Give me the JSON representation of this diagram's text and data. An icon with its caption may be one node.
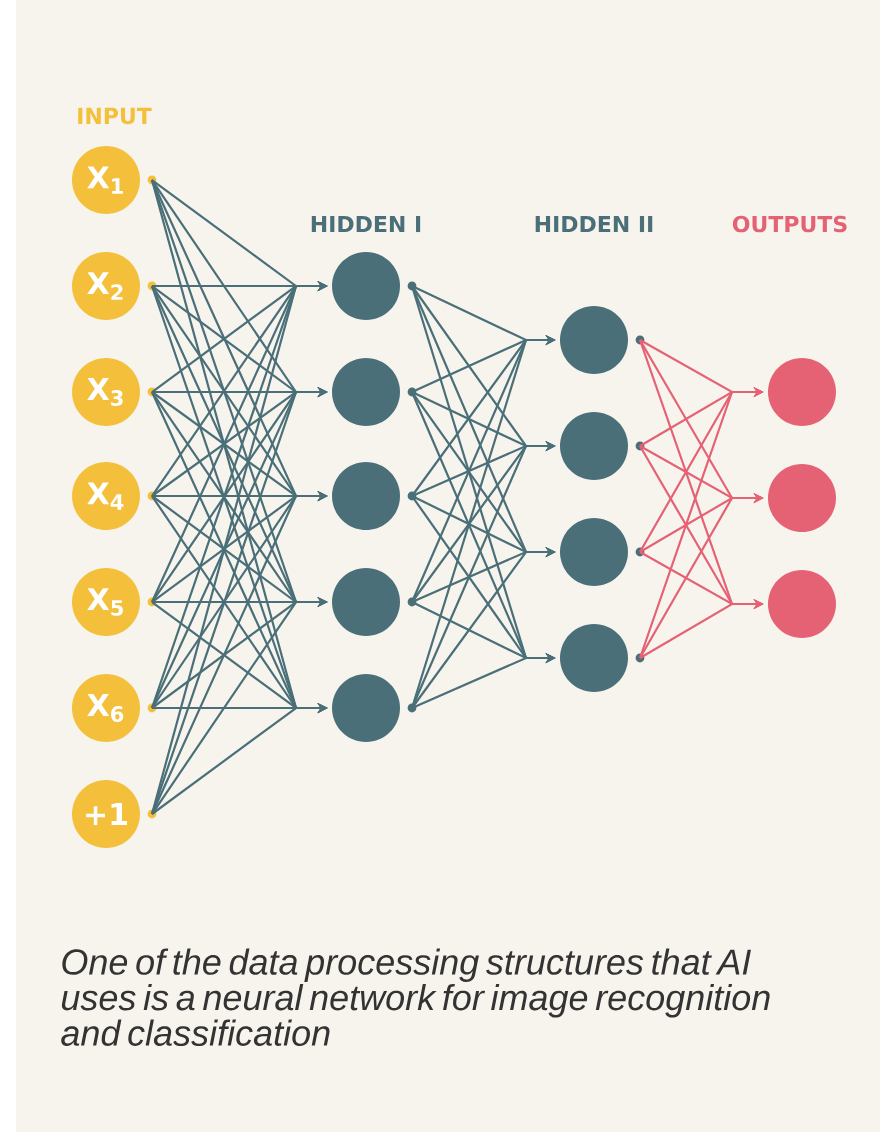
{
  "diagram": {
    "caption": "One of the data processing structures that AI uses is a neural network for image recognition and classification",
    "nodes": [
      {
        "text": [
          "X$_{1}$"
        ]
      },
      {
        "text": [
          "X$_{2}$"
        ]
      },
      {
        "text": [
          "X$_{3}$"
        ]
      },
      {
        "text": [
          "X$_{4}$"
        ]
      },
      {
        "text": [
          "X$_{5}$"
        ]
      },
      {
        "text": [
          "X$_{6}$"
        ]
      },
      {
        "text": [
          "+1"
        ]
      },
      {
        "text": [],
        "shape": "circle"
      },
      {
        "text": [],
        "shape": "circle"
      },
      {
        "text": [],
        "shape": "circle"
      },
      {
        "text": [],
        "shape": "circle"
      },
      {
        "text": [],
        "shape": "circle"
      },
      {
        "text": [],
        "shape": "circle"
      },
      {
        "text": [],
        "shape": "circle"
      },
      {
        "text": [],
        "shape": "circle"
      },
      {
        "text": [],
        "shape": "circle"
      },
      {
        "text": [],
        "shape": "circle"
      },
      {
        "text": [],
        "shape": "circle"
      },
      {
        "text": [],
        "shape": "circle"
      }
    ],
    "edges": [
      {
        "from": 0,
        "to": 7,
        "arrow": "to"
      },
      {
        "from": 0,
        "to": 8,
        "arrow": "to"
      },
      {
        "from": 0,
        "to": 9,
        "arrow": "to"
      },
      {
        "from": 0,
        "to": 10,
        "arrow": "to"
      },
      {
        "from": 0,
        "to": 11,
        "arrow": "to"
      },
      {
        "from": 1,
        "to": 7,
        "arrow": "to"
      },
      {
        "from": 1,
        "to": 8,
        "arrow": "to"
      },
      {
        "from": 1,
        "to": 9,
        "arrow": "to"
      },
      {
        "from": 1,
        "to": 10,
        "arrow": "to"
      },
      {
        "from": 1,
        "to": 11,
        "arrow": "to"
      },
      {
        "from": 2,
        "to": 7,
        "arrow": "to"
      },
      {
        "from": 2,
        "to": 8,
        "arrow": "to"
      },
      {
        "from": 2,
        "to": 9,
        "arrow": "to"
      },
      {
        "from": 2,
        "to": 10,
        "arrow": "to"
      },
      {
        "from": 2,
        "to": 11,
        "arrow": "to"
      },
      {
        "from": 3,
        "to": 7,
        "arrow": "to"
      },
      {
        "from": 3,
        "to": 8,
        "arrow": "to"
      },
      {
        "from": 3,
        "to": 9,
        "arrow": "to"
      },
      {
        "from": 3,
        "to": 10,
        "arrow": "to"
      },
      {
        "from": 3,
        "to": 11,
        "arrow": "to"
      },
      {
        "from": 4,
        "to": 7,
        "arrow": "to"
      },
      {
        "from": 4,
        "to": 8,
        "arrow": "to"
      },
      {
        "from": 4,
        "to": 9,
        "arrow": "to"
      },
      {
        "from": 4,
        "to": 10,
        "arrow": "to"
      },
      {
        "from": 4,
        "to": 11,
        "arrow": "to"
      },
      {
        "from": 5,
        "to": 7,
        "arrow": "to"
      },
      {
        "from": 5,
        "to": 8,
        "arrow": "to"
      },
      {
        "from": 5,
        "to": 9,
        "arrow": "to"
      },
      {
        "from": 5,
        "to": 10,
        "arrow": "to"
      },
      {
        "from": 5,
        "to": 11,
        "arrow": "to"
      },
      {
        "from": 6,
        "to": 7,
        "arrow": "to"
      },
      {
        "from": 6,
        "to": 8,
        "arrow": "to"
      },
      {
        "from": 6,
        "to": 9,
        "arrow": "to"
      },
      {
        "from": 6,
        "to": 10,
        "arrow": "to"
      },
      {
        "from": 6,
        "to": 11,
        "arrow": "to"
      },
      {
        "from": 7,
        "to": 12,
        "arrow": "to"
      },
      {
        "from": 7,
        "to": 13,
        "arrow": "to"
      },
      {
        "from": 7,
        "to": 14,
        "arrow": "to"
      },
      {
        "from": 7,
        "to": 15,
        "arrow": "to"
      },
      {
        "from": 8,
        "to": 12,
        "arrow": "to"
      },
      {
        "from": 8,
        "to": 13,
        "arrow": "to"
      },
      {
        "from": 8,
        "to": 14,
        "arrow": "to"
      },
      {
        "from": 8,
        "to": 15,
        "arrow": "to"
      },
      {
        "from": 9,
        "to": 12,
        "arrow": "to"
      },
      {
        "from": 9,
        "to": 13,
        "arrow": "to"
      },
      {
        "from": 9,
        "to": 14,
        "arrow": "to"
      },
      {
        "from": 9,
        "to": 15,
        "arrow": "to"
      },
      {
        "from": 10,
        "to": 12,
        "arrow": "to"
      },
      {
        "from": 10,
        "to": 13,
        "arrow": "to"
      },
      {
        "from": 10,
        "to": 14,
        "arrow": "to"
      },
      {
        "from": 10,
        "to": 15,
        "arrow": "to"
      },
      {
        "from": 11,
        "to": 12,
        "arrow": "to"
      },
      {
        "from": 11,
        "to": 13,
        "arrow": "to"
      },
      {
        "from": 11,
        "to": 14,
        "arrow": "to"
      },
      {
        "from": 11,
        "to": 15,
        "arrow": "to"
      },
      {
        "from": 12,
        "to": 16,
        "arrow": "to",
        "color": "#e56274"
      },
      {
        "from": 12,
        "to": 17,
        "arrow": "to",
        "color": "#e56274"
      },
      {
        "from": 12,
        "to": 18,
        "arrow": "to",
        "color": "#e56274"
      },
      {
        "from": 13,
        "to": 16,
        "arrow": "to",
        "color": "#e56274"
      },
      {
        "from": 13,
        "to": 17,
        "arrow": "to",
        "color": "#e56274"
      },
      {
        "from": 13,
        "to": 18,
        "arrow": "to",
        "color": "#e56274"
      },
      {
        "from": 14,
        "to": 16,
        "arrow": "to",
        "color": "#e56274"
      },
      {
        "from": 14,
        "to": 17,
        "arrow": "to",
        "color": "#e56274"
      },
      {
        "from": 14,
        "to": 18,
        "arrow": "to",
        "color": "#e56274"
      },
      {
        "from": 15,
        "to": 16,
        "arrow": "to",
        "color": "#e56274"
      },
      {
        "from": 15,
        "to": 17,
        "arrow": "to",
        "color": "#e56274"
      },
      {
        "from": 15,
        "to": 18,
        "arrow": "to",
        "color": "#e56274"
      }
    ],
    "labels": [
      "INPUT",
      "HIDDEN I",
      "HIDDEN II",
      "OUTPUTS"
    ]
  }
}
